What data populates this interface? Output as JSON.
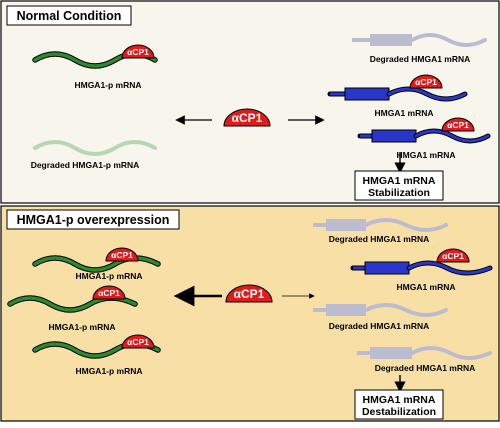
{
  "panels": {
    "normal": {
      "title": "Normal Condition",
      "center_protein": "αCP1",
      "left_bound_label": "HMGA1-p mRNA",
      "left_degraded_label": "Degraded HMGA1-p mRNA",
      "right_degraded_label": "Degraded HMGA1 mRNA",
      "right_bound_label_1": "HMGA1 mRNA",
      "right_bound_label_2": "HMGA1 mRNA",
      "outcome_line1": "HMGA1 mRNA",
      "outcome_line2": "Stabilization"
    },
    "overexpression": {
      "title": "HMGA1-p overexpression",
      "center_protein": "αCP1",
      "left_labels": [
        "HMGA1-p mRNA",
        "HMGA1-p mRNA",
        "HMGA1-p mRNA"
      ],
      "right_labels": [
        "Degraded HMGA1 mRNA",
        "HMGA1 mRNA",
        "Degraded HMGA1 mRNA",
        "Degraded HMGA1 mRNA"
      ],
      "outcome_line1": "HMGA1 mRNA",
      "outcome_line2": "Destabilization"
    }
  },
  "bound_protein_text": "αCP1",
  "colors": {
    "top_background": "#f8f5ec",
    "bottom_background": "#f7dfa5",
    "pseudogene_mrna": "#2a8a2c",
    "pseudogene_degraded": "#b9d6b3",
    "hmga1_mrna": "#2a36c9",
    "hmga1_degraded": "#bcbcd0",
    "protein": "#e01b1b"
  }
}
